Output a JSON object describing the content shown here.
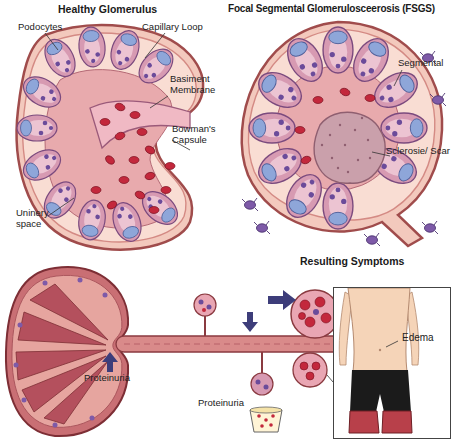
{
  "diagram": {
    "nodes": [
      {
        "text": [
          "Edema"
        ]
      }
    ],
    "labels": [
      "Healthy Glomerulus",
      "Podocytes",
      "Capillary Loop",
      "Basiment Membrane",
      "Bowman's Capsule",
      "Uninery space",
      "Focal Segmental Glomerulosceerosis (FSGS)",
      "Segmental",
      "Sclerosie/ Scar",
      "Resulting Symptoms",
      "Proteinuria",
      "Proteinuria"
    ]
  }
}
